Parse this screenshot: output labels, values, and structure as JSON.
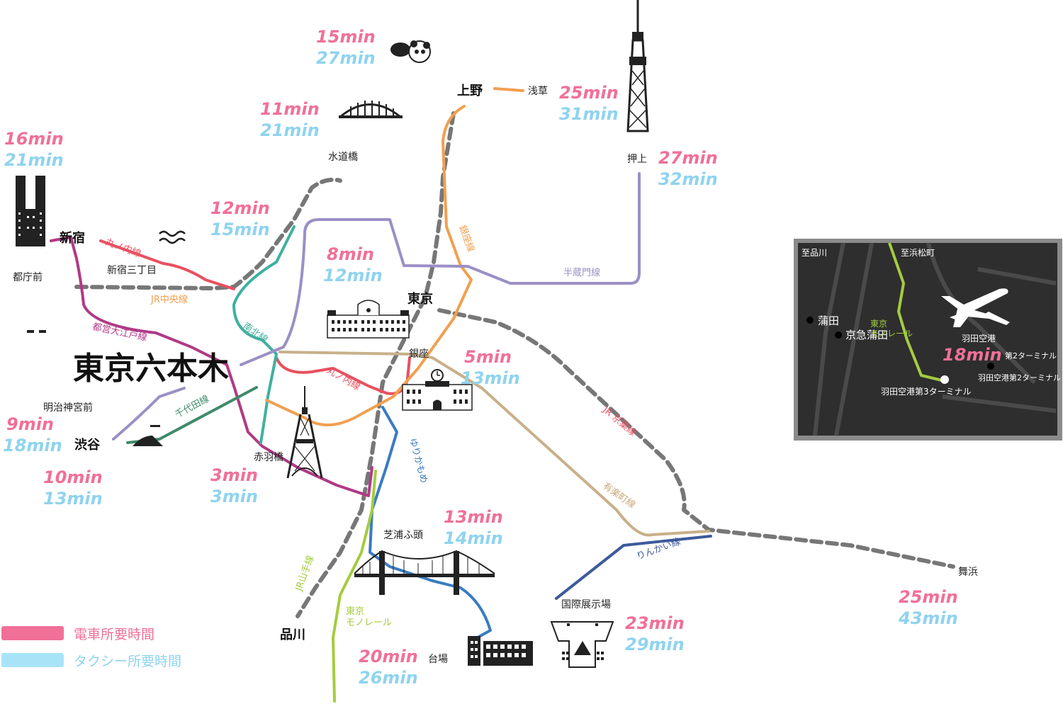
{
  "hub": "東京六本木",
  "stations": {
    "shinjuku": "新宿",
    "tochomae": "都庁前",
    "shinjuku_sanchome": "新宿三丁目",
    "suidobashi": "水道橋",
    "ueno": "上野",
    "asakusa": "浅草",
    "oshiage": "押上",
    "tokyo": "東京",
    "ginza": "銀座",
    "meiji_jingumae": "明治神宮前",
    "shibuya": "渋谷",
    "akabanebashi": "赤羽橋",
    "shibaura_futo": "芝浦ふ頭",
    "shinagawa": "品川",
    "daiba": "台場",
    "kokusai_tenjijo": "国際展示場",
    "maihama": "舞浜"
  },
  "lines": {
    "marunouchi": "丸ノ内線",
    "marunouchi2": "丸ノ内線",
    "jr_chuo": "JR中央線",
    "toei_oedo": "都営大江戸線",
    "namboku": "南北線",
    "ginza": "銀座線",
    "hanzomon": "半蔵門線",
    "chiyoda": "千代田線",
    "yurikamome": "ゆりかもめ",
    "jr_yamanote": "JR山手線",
    "monorail": "東京\nモノレール",
    "yurakucho": "有楽町線",
    "jr_keiyo": "JR 京葉線",
    "rinkai": "りんかい線"
  },
  "times": {
    "ueno_zoo": {
      "train": "15min",
      "taxi": "27min"
    },
    "skytree": {
      "train": "25min",
      "taxi": "31min"
    },
    "oshiage": {
      "train": "27min",
      "taxi": "32min"
    },
    "suidobashi": {
      "train": "11min",
      "taxi": "21min"
    },
    "shinjuku": {
      "train": "16min",
      "taxi": "21min"
    },
    "shinjuku_sanchome": {
      "train": "12min",
      "taxi": "15min"
    },
    "tokyo": {
      "train": "8min",
      "taxi": "12min"
    },
    "ginza": {
      "train": "5min",
      "taxi": "13min"
    },
    "meiji_jingumae": {
      "train": "9min",
      "taxi": "18min"
    },
    "shibuya": {
      "train": "10min",
      "taxi": "13min"
    },
    "akabanebashi": {
      "train": "3min",
      "taxi": "3min"
    },
    "shibaura_futo": {
      "train": "13min",
      "taxi": "14min"
    },
    "daiba": {
      "train": "20min",
      "taxi": "26min"
    },
    "kokusai_tenjijo": {
      "train": "23min",
      "taxi": "29min"
    },
    "maihama": {
      "train": "25min",
      "taxi": "43min"
    }
  },
  "inset": {
    "to_shinagawa": "至品川",
    "to_hamamatsucho": "至浜松町",
    "kamata": "蒲田",
    "keikyu_kamata": "京急蒲田",
    "monorail": "東京\nモノレール",
    "haneda": "羽田空港",
    "time": "18min",
    "terminal2": "第2ターミナル",
    "haneda_t2": "羽田空港第2ターミナル",
    "haneda_t3": "羽田空港第3ターミナル"
  },
  "legend": {
    "train": "電車所要時間",
    "taxi": "タクシー所要時間"
  },
  "colors": {
    "train": "#f07098",
    "taxi": "#8fd3ef",
    "marunouchi": "#e85060",
    "oedo": "#b03a85",
    "jr": "#777777",
    "namboku": "#3fb0a0",
    "ginza": "#f0a050",
    "hanzomon": "#9b8fc6",
    "chiyoda": "#3f8a6a",
    "yurikamome": "#3a7bc2",
    "monorail": "#a4cc40",
    "yurakucho": "#c8b08a",
    "rinkai": "#3d5a9a"
  }
}
